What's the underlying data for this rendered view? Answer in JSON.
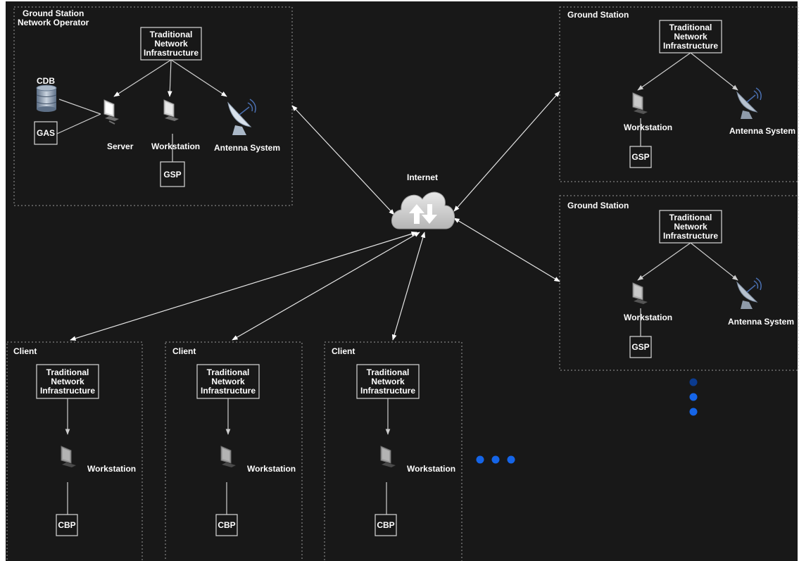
{
  "colors": {
    "background": "#181818",
    "border_dotted": "#9a9a9a",
    "line": "#d0d0d0",
    "node_box": "#d8d8d8",
    "dot_blue": "#1565e8",
    "dot_blue_dark": "#0b3b8f"
  },
  "operator": {
    "title_line1": "Ground Station",
    "title_line2": "Network Operator",
    "tni": [
      "Traditional",
      "Network",
      "Infrastructure"
    ],
    "cdb": "CDB",
    "gas": "GAS",
    "server": "Server",
    "workstation": "Workstation",
    "gsp": "GSP",
    "antenna": "Antenna System",
    "icons": [
      "database-icon",
      "server-icon",
      "workstation-icon",
      "satellite-dish-icon"
    ]
  },
  "internet": {
    "label": "Internet",
    "icon": "cloud-upload-download-icon"
  },
  "ground_stations": [
    {
      "title": "Ground Station",
      "tni": [
        "Traditional",
        "Network",
        "Infrastructure"
      ],
      "workstation": "Workstation",
      "gsp": "GSP",
      "antenna": "Antenna System"
    },
    {
      "title": "Ground Station",
      "tni": [
        "Traditional",
        "Network",
        "Infrastructure"
      ],
      "workstation": "Workstation",
      "gsp": "GSP",
      "antenna": "Antenna System"
    }
  ],
  "clients": [
    {
      "title": "Client",
      "tni": [
        "Traditional",
        "Network",
        "Infrastructure"
      ],
      "workstation": "Workstation",
      "cbp": "CBP"
    },
    {
      "title": "Client",
      "tni": [
        "Traditional",
        "Network",
        "Infrastructure"
      ],
      "workstation": "Workstation",
      "cbp": "CBP"
    },
    {
      "title": "Client",
      "tni": [
        "Traditional",
        "Network",
        "Infrastructure"
      ],
      "workstation": "Workstation",
      "cbp": "CBP"
    }
  ],
  "ellipsis": {
    "horizontal": "more-clients-ellipsis",
    "vertical": "more-ground-stations-ellipsis"
  }
}
